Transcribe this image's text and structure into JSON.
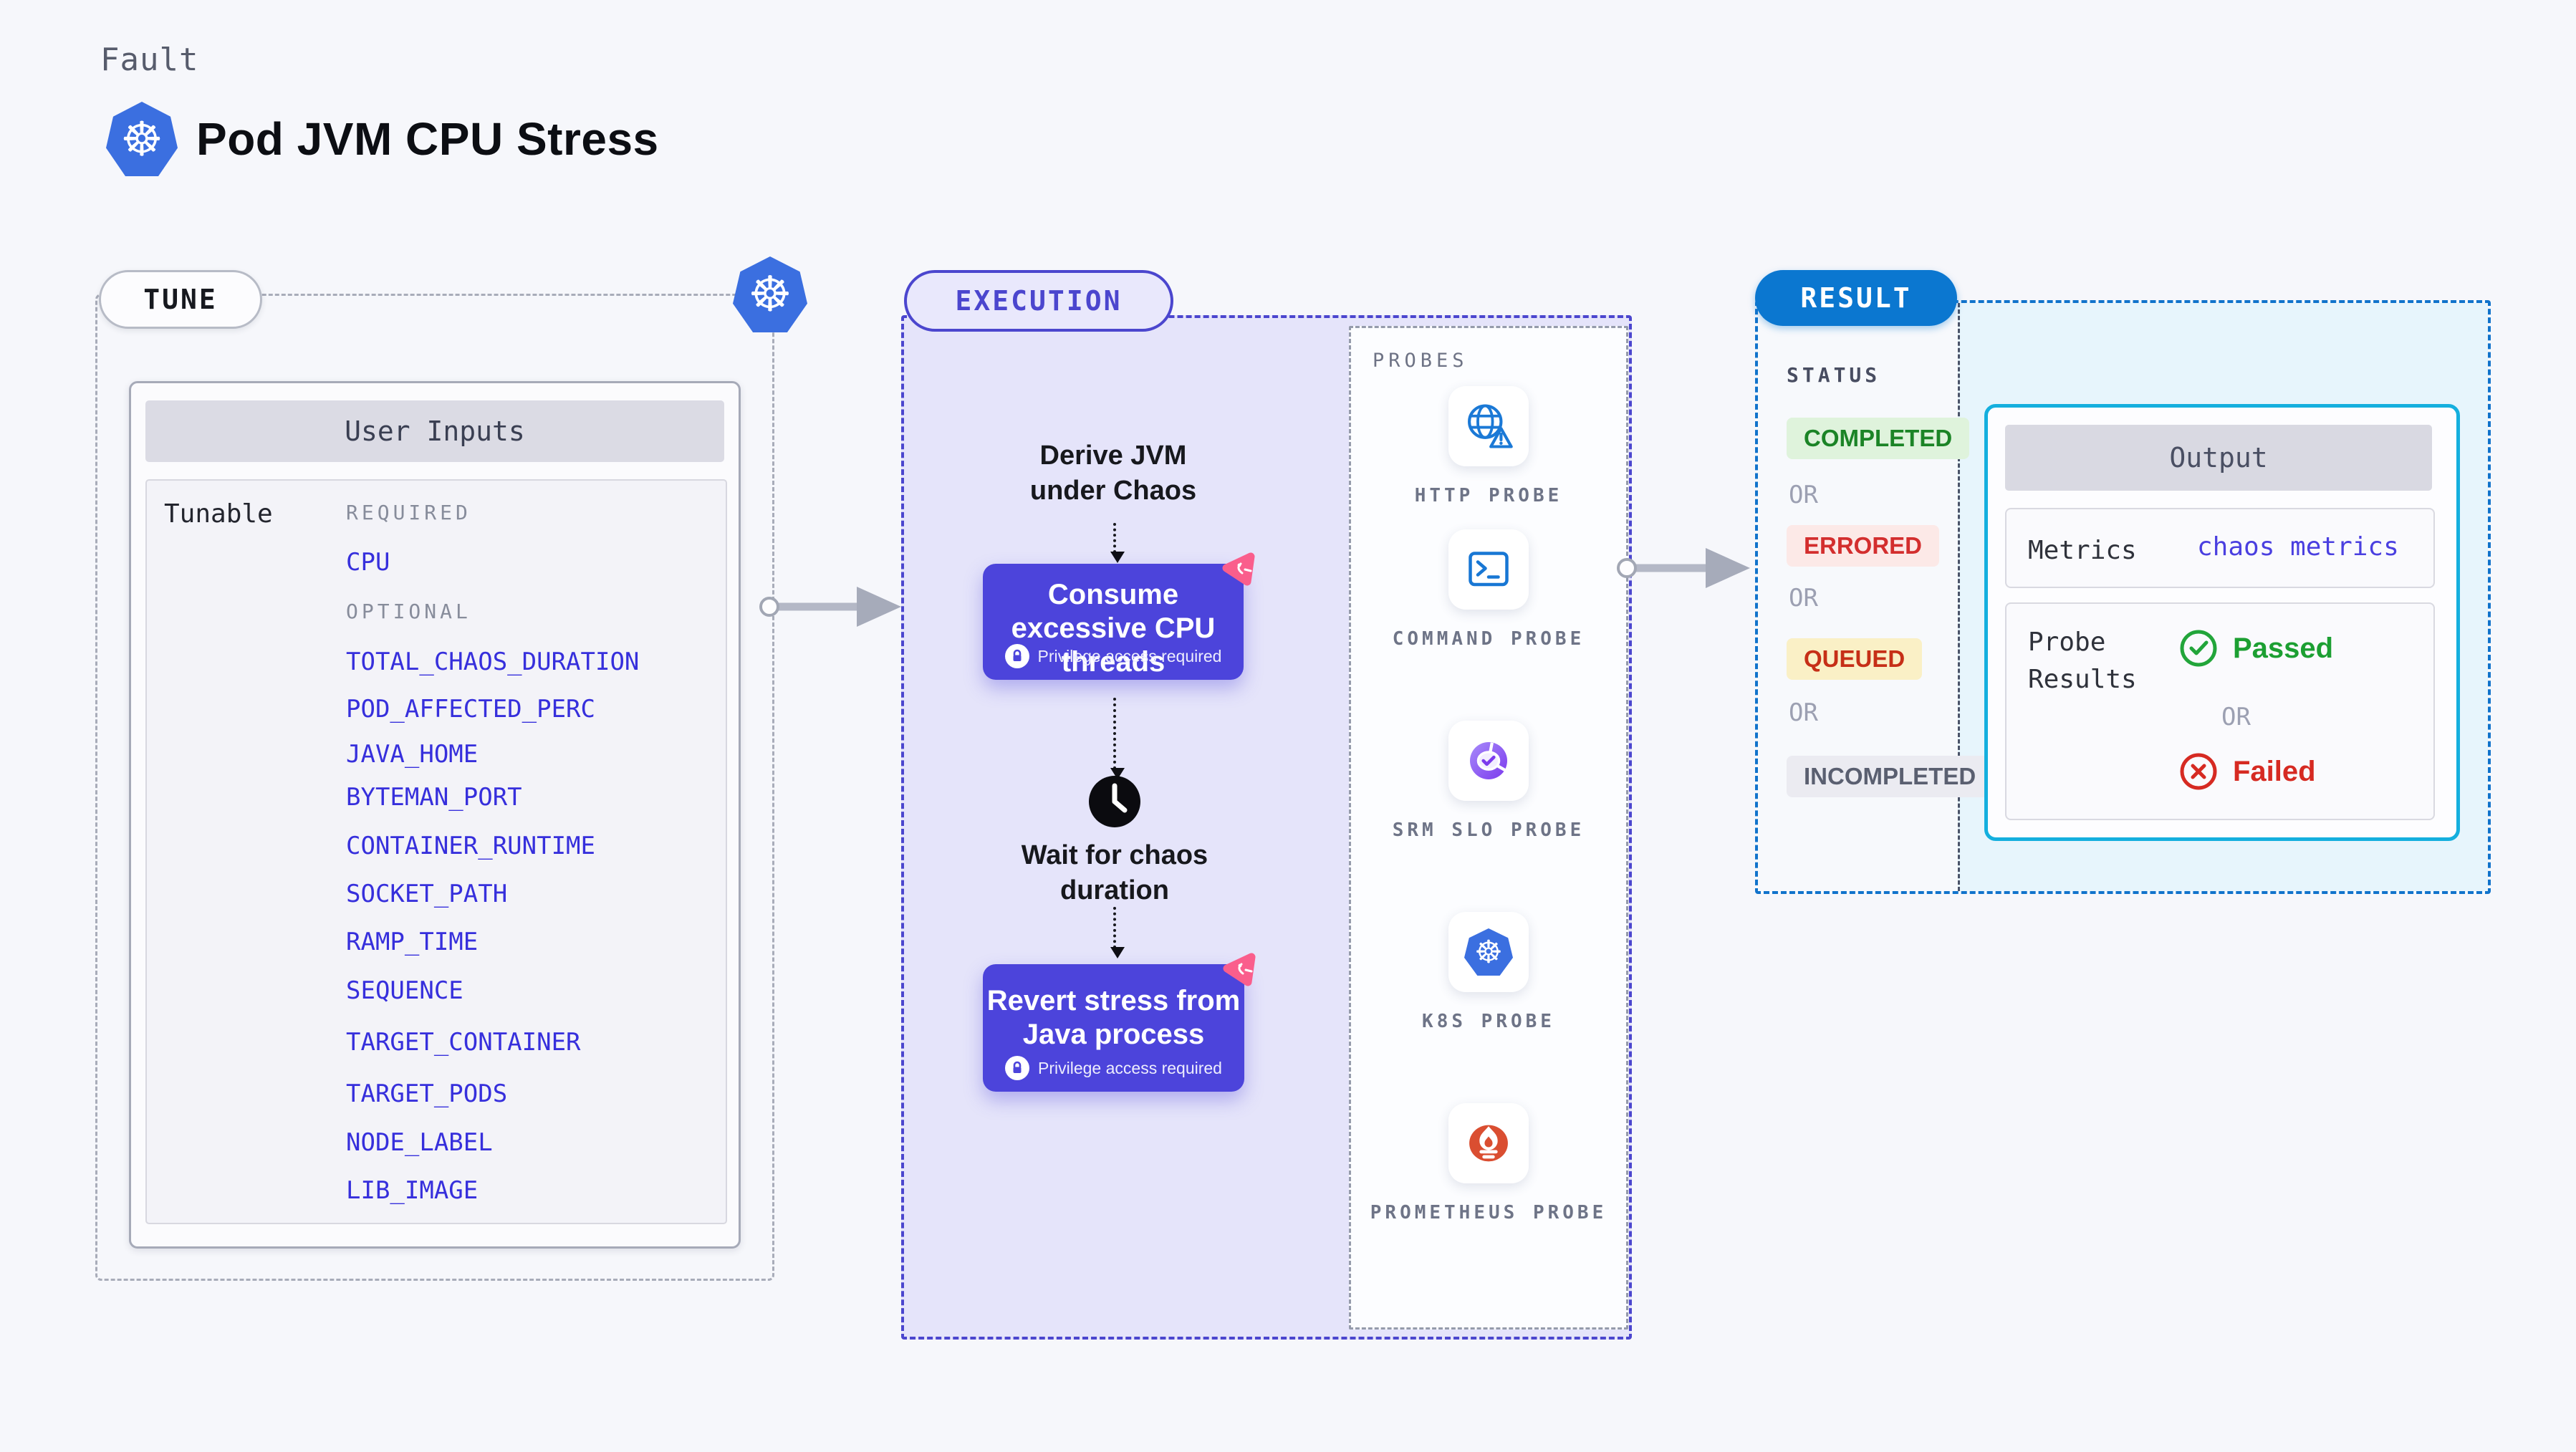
{
  "header": {
    "kicker": "Fault",
    "title": "Pod JVM CPU Stress"
  },
  "tune": {
    "pill": "TUNE",
    "card_header": "User Inputs",
    "row_label": "Tunable",
    "required": {
      "label": "REQUIRED",
      "params": [
        "CPU"
      ]
    },
    "optional": {
      "label": "OPTIONAL",
      "params": [
        "TOTAL_CHAOS_DURATION",
        "POD_AFFECTED_PERC",
        "JAVA_HOME",
        "BYTEMAN_PORT",
        "CONTAINER_RUNTIME",
        "SOCKET_PATH",
        "RAMP_TIME",
        "SEQUENCE",
        "TARGET_CONTAINER",
        "TARGET_PODS",
        "NODE_LABEL",
        "LIB_IMAGE"
      ]
    }
  },
  "execution": {
    "pill": "EXECUTION",
    "step_derive": "Derive JVM under Chaos",
    "step_consume": "Consume excessive CPU threads",
    "step_wait": "Wait for chaos duration",
    "step_revert": "Revert stress from Java process",
    "privilege_note": "Privilege access required"
  },
  "probes": {
    "panel_label": "PROBES",
    "items": [
      {
        "icon": "globe-alert-icon",
        "label": "HTTP PROBE"
      },
      {
        "icon": "terminal-icon",
        "label": "COMMAND PROBE"
      },
      {
        "icon": "slo-pie-check-icon",
        "label": "SRM SLO PROBE"
      },
      {
        "icon": "kubernetes-icon",
        "label": "K8S PROBE"
      },
      {
        "icon": "prometheus-flame-icon",
        "label": "PROMETHEUS PROBE"
      }
    ]
  },
  "result": {
    "pill": "RESULT",
    "status_label": "STATUS",
    "or_label": "OR",
    "statuses": [
      {
        "label": "COMPLETED",
        "fg": "#1B8426",
        "bg": "#DFF3DC"
      },
      {
        "label": "ERRORED",
        "fg": "#D32E2E",
        "bg": "#FCE9E7"
      },
      {
        "label": "QUEUED",
        "fg": "#C62F17",
        "bg": "#FAF0C6"
      },
      {
        "label": "INCOMPLETED",
        "fg": "#5A5F70",
        "bg": "#EBEBF1"
      }
    ],
    "output": {
      "header": "Output",
      "metrics_label": "Metrics",
      "metrics_value": "chaos metrics",
      "probe_results_label": "Probe Results",
      "passed": "Passed",
      "failed": "Failed"
    }
  },
  "colors": {
    "page_bg": "#F6F7FB",
    "indigo_accent": "#4B46CE",
    "chaos_card": "#4C44DB",
    "param_text": "#362FDC",
    "kubernetes_blue": "#3B6FE0",
    "result_blue": "#0B77D0",
    "output_border": "#14AFDE",
    "pink_badge": "#FA5E8C",
    "passed_green": "#1C9F32",
    "failed_red": "#D62A22"
  }
}
